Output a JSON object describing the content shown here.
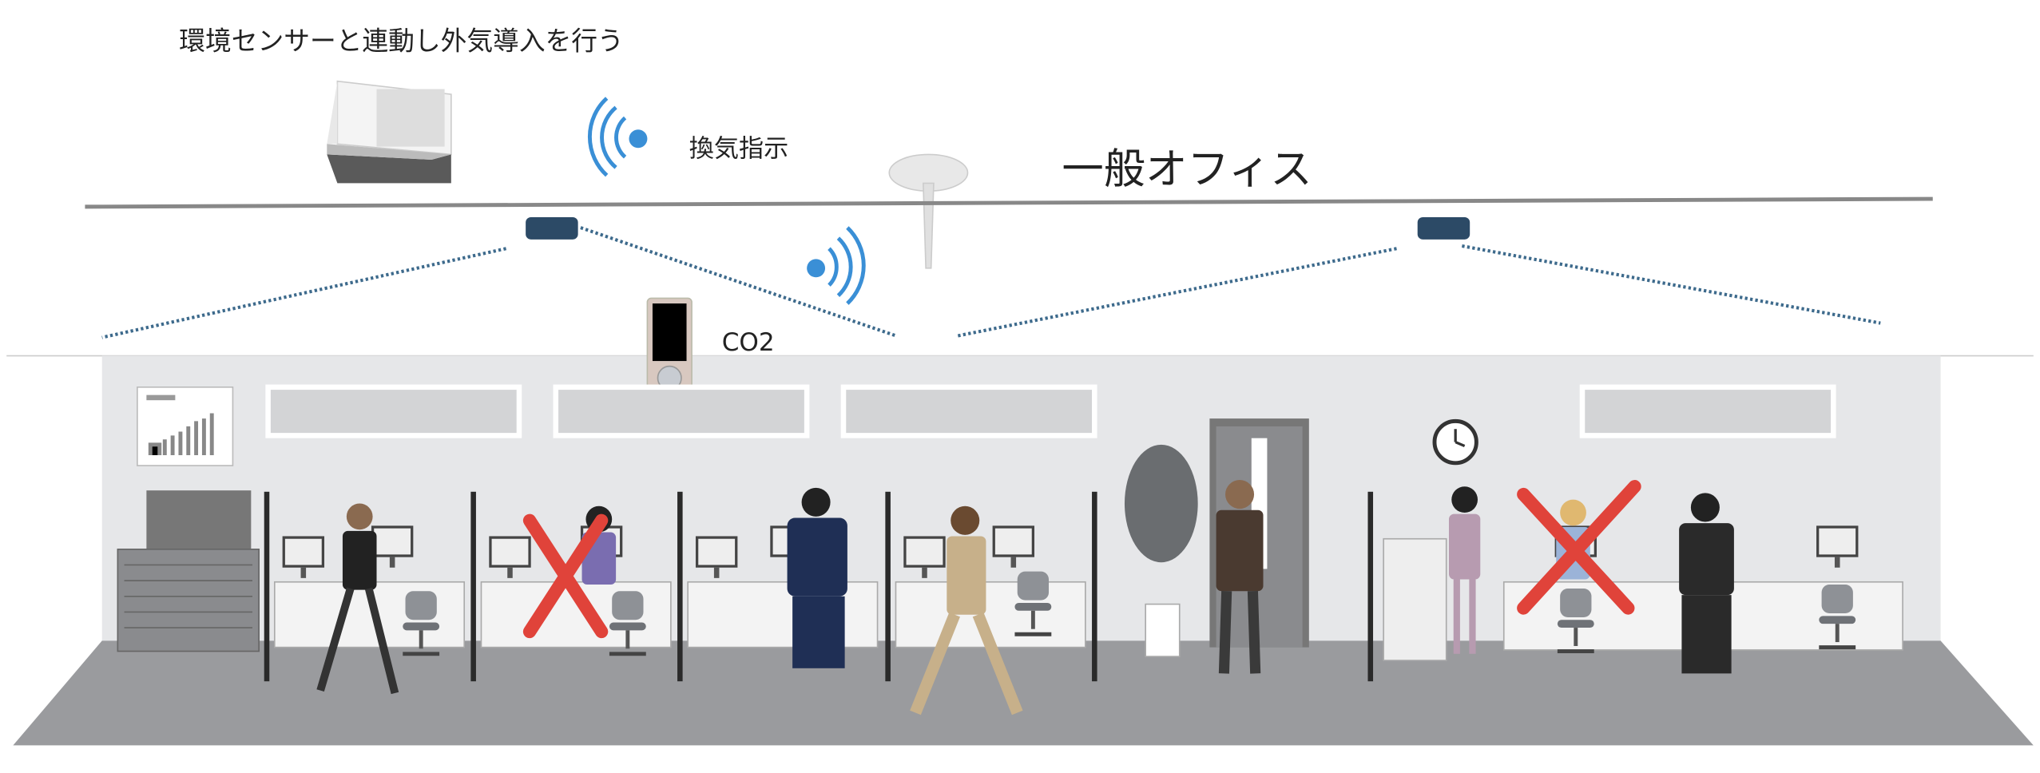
{
  "labels": {
    "caption": "環境センサーと連動し外気導入を行う",
    "ventilation_instruction": "換気指示",
    "area_name": "一般オフィス",
    "co2": "CO2"
  },
  "colors": {
    "wifi_blue": "#3a8fd6",
    "sensor_navy": "#2c4a66",
    "cross_red": "#e0433a",
    "wall_gray": "#e6e7e9",
    "floor_gray": "#9a9b9e"
  },
  "icons": [
    "wifi-signal-icon",
    "ceiling-antenna-icon",
    "ventilation-unit-icon",
    "co2-sensor-icon",
    "presence-sensor-icon",
    "cross-mark-icon",
    "clock-icon",
    "chart-poster-icon",
    "plant-icon"
  ]
}
